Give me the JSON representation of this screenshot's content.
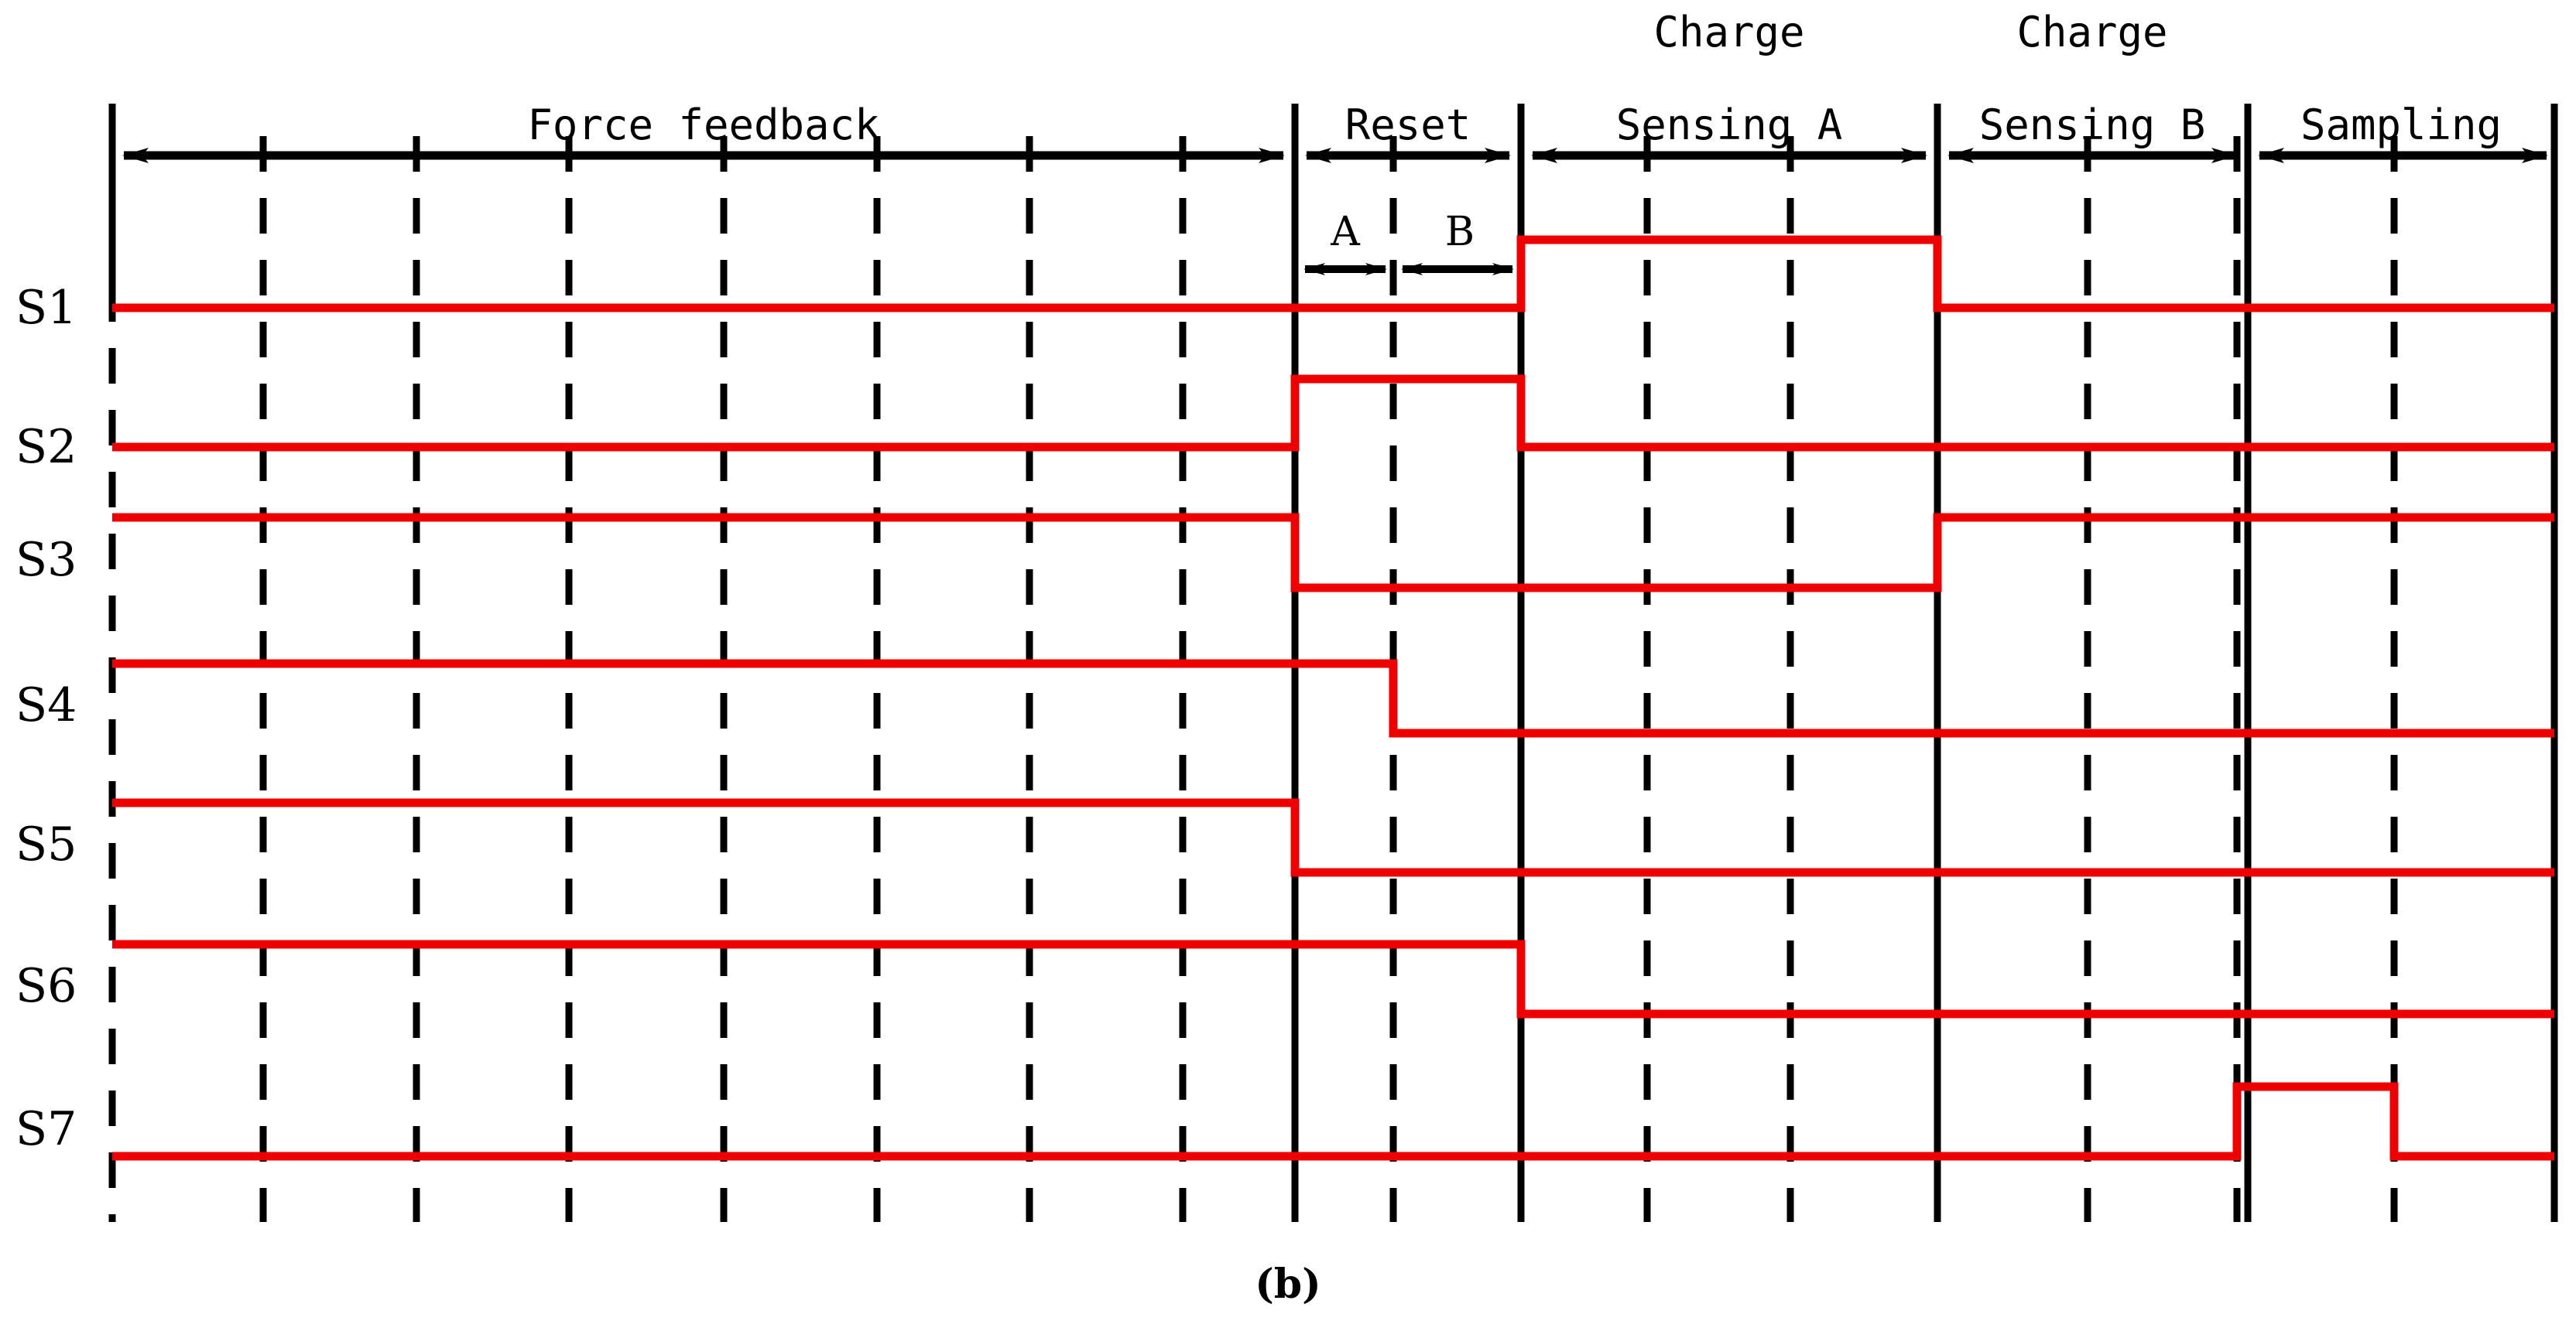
{
  "figure": {
    "caption": "(b)",
    "type": "digital-timing-waveform-diagram"
  },
  "signals": [
    {
      "name": "S1",
      "label": "S1"
    },
    {
      "name": "S2",
      "label": "S2"
    },
    {
      "name": "S3",
      "label": "S3"
    },
    {
      "name": "S4",
      "label": "S4"
    },
    {
      "name": "S5",
      "label": "S5"
    },
    {
      "name": "S6",
      "label": "S6"
    },
    {
      "name": "S7",
      "label": "S7"
    }
  ],
  "phases": [
    {
      "name": "force-feedback",
      "label": "Force feedback",
      "sublabel": ""
    },
    {
      "name": "reset",
      "label": "Reset",
      "sublabel": ""
    },
    {
      "name": "charge-sensing-a",
      "label": "Sensing A",
      "toplabel": "Charge"
    },
    {
      "name": "charge-sensing-b",
      "label": "Sensing B",
      "toplabel": "Charge"
    },
    {
      "name": "sampling",
      "label": "Sampling",
      "toplabel": ""
    }
  ],
  "sub_intervals": [
    {
      "name": "reset-a",
      "label": "A"
    },
    {
      "name": "reset-b",
      "label": "B"
    }
  ],
  "colors": {
    "waveform": "#ee0000",
    "grid": "#000000",
    "text": "#000000",
    "background": "#ffffff"
  },
  "chart_data": {
    "type": "timing",
    "title": "(b)",
    "xlabel": "",
    "ylabel": "",
    "x_range": [
      145,
      3300
    ],
    "grid": true,
    "phase_boundaries": [
      145,
      1673,
      1965,
      2503,
      2904,
      3300
    ],
    "gridlines_dashed": [
      340,
      538,
      735,
      935,
      1133,
      1330,
      1528,
      1800,
      2128,
      2313,
      2697,
      2890,
      3093
    ],
    "phases": [
      {
        "label": "Force feedback",
        "start": 145,
        "end": 1673
      },
      {
        "label": "Reset",
        "start": 1673,
        "end": 1965,
        "top": ""
      },
      {
        "label": "Sensing A",
        "start": 1965,
        "end": 2503,
        "top": "Charge"
      },
      {
        "label": "Sensing B",
        "start": 2503,
        "end": 2904,
        "top": "Charge"
      },
      {
        "label": "Sampling",
        "start": 2904,
        "end": 3300,
        "top": ""
      }
    ],
    "sub_intervals": [
      {
        "label": "A",
        "start": 1673,
        "end": 1800
      },
      {
        "label": "B",
        "start": 1800,
        "end": 1965
      }
    ],
    "series": [
      {
        "name": "S1",
        "low_y": 398,
        "high_y": 310,
        "segments": [
          {
            "from": 145,
            "to": 1965,
            "level": "low"
          },
          {
            "from": 1965,
            "to": 2503,
            "level": "high"
          },
          {
            "from": 2503,
            "to": 3300,
            "level": "low"
          }
        ]
      },
      {
        "name": "S2",
        "low_y": 578,
        "high_y": 490,
        "segments": [
          {
            "from": 145,
            "to": 1673,
            "level": "low"
          },
          {
            "from": 1673,
            "to": 1965,
            "level": "high"
          },
          {
            "from": 1965,
            "to": 3300,
            "level": "low"
          }
        ]
      },
      {
        "name": "S3",
        "low_y": 760,
        "high_y": 669,
        "segments": [
          {
            "from": 145,
            "to": 1673,
            "level": "high"
          },
          {
            "from": 1673,
            "to": 2503,
            "level": "low"
          },
          {
            "from": 2503,
            "to": 3300,
            "level": "high"
          }
        ]
      },
      {
        "name": "S4",
        "low_y": 948,
        "high_y": 858,
        "segments": [
          {
            "from": 145,
            "to": 1800,
            "level": "high"
          },
          {
            "from": 1800,
            "to": 3300,
            "level": "low"
          }
        ]
      },
      {
        "name": "S5",
        "low_y": 1128,
        "high_y": 1038,
        "segments": [
          {
            "from": 145,
            "to": 1673,
            "level": "high"
          },
          {
            "from": 1673,
            "to": 3300,
            "level": "low"
          }
        ]
      },
      {
        "name": "S6",
        "low_y": 1311,
        "high_y": 1221,
        "segments": [
          {
            "from": 145,
            "to": 1965,
            "level": "high"
          },
          {
            "from": 1965,
            "to": 3300,
            "level": "low"
          }
        ]
      },
      {
        "name": "S7",
        "low_y": 1495,
        "high_y": 1405,
        "segments": [
          {
            "from": 145,
            "to": 2890,
            "level": "low"
          },
          {
            "from": 2890,
            "to": 3093,
            "level": "high"
          },
          {
            "from": 3093,
            "to": 3300,
            "level": "low"
          }
        ]
      }
    ]
  }
}
